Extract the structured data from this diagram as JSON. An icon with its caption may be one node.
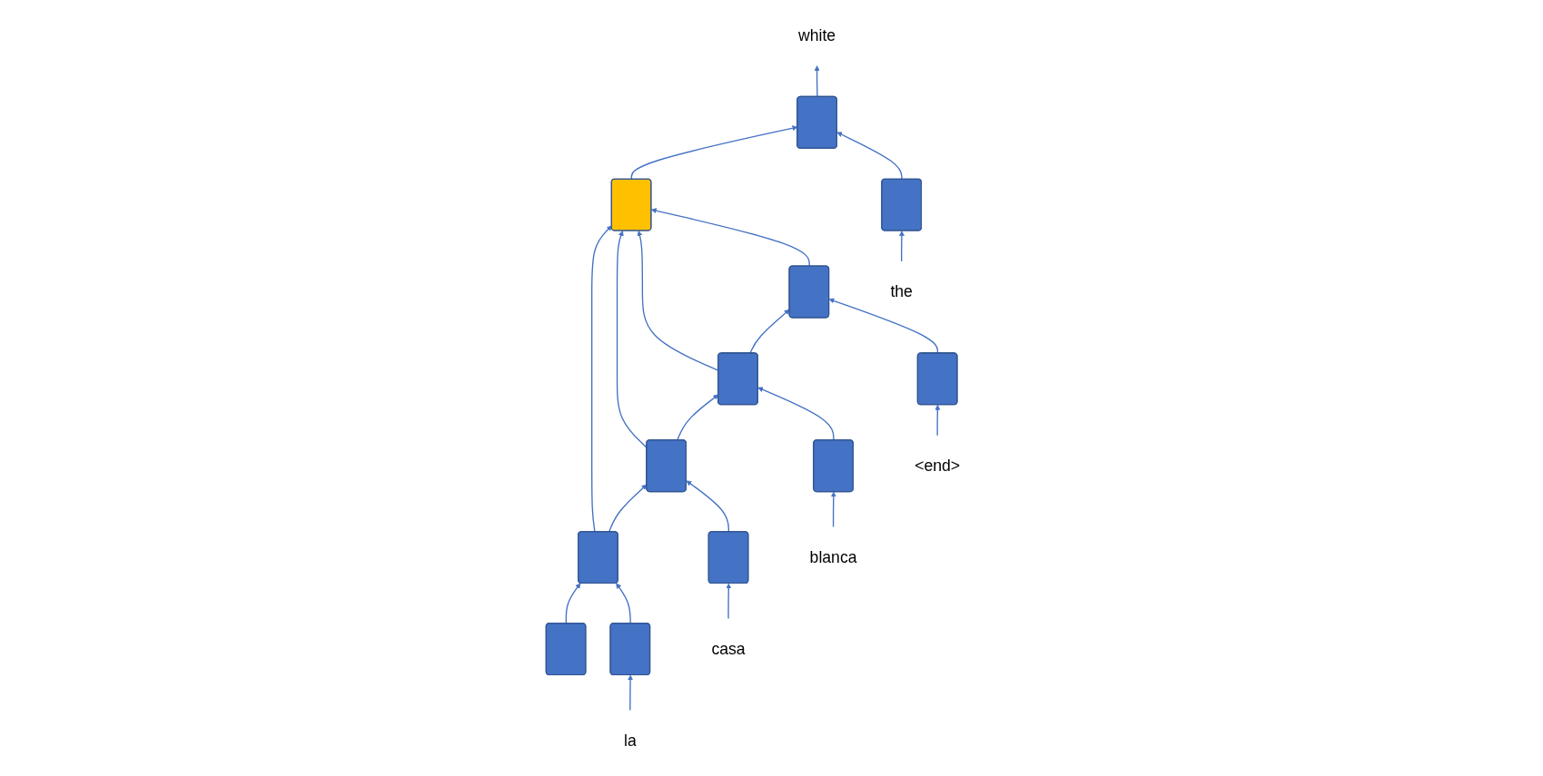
{
  "diagram": {
    "nodes": [
      {
        "text": [
          "white"
        ]
      },
      {
        "text": [],
        "shape": "box"
      },
      {
        "text": [],
        "shape": "box"
      },
      {
        "text": [],
        "shape": "box"
      },
      {
        "text": [],
        "shape": "box"
      },
      {
        "text": [],
        "shape": "box"
      },
      {
        "text": [],
        "shape": "box"
      },
      {
        "text": [],
        "shape": "box"
      },
      {
        "text": [],
        "shape": "box"
      },
      {
        "text": [
          "the"
        ]
      },
      {
        "text": [],
        "shape": "box"
      },
      {
        "text": [],
        "shape": "box"
      },
      {
        "text": [],
        "shape": "box"
      },
      {
        "text": [],
        "shape": "box"
      },
      {
        "text": [
          "la"
        ]
      },
      {
        "text": [
          "casa"
        ]
      },
      {
        "text": [
          "blanca"
        ]
      },
      {
        "text": [
          "<end>"
        ]
      }
    ],
    "edges": [
      {
        "from": 3,
        "to": 4,
        "arrow": "to"
      },
      {
        "from": 4,
        "to": 5,
        "arrow": "to"
      },
      {
        "from": 5,
        "to": 6,
        "arrow": "to"
      },
      {
        "from": 6,
        "to": 7,
        "arrow": "to"
      },
      {
        "from": 4,
        "to": 1,
        "arrow": "to"
      },
      {
        "from": 5,
        "to": 1,
        "arrow": "to"
      },
      {
        "from": 6,
        "to": 1,
        "arrow": "to"
      },
      {
        "from": 7,
        "to": 1,
        "arrow": "to"
      },
      {
        "from": 1,
        "to": 2,
        "arrow": "to"
      },
      {
        "from": 2,
        "to": 0,
        "arrow": "to"
      },
      {
        "from": 8,
        "to": 2,
        "arrow": "to"
      },
      {
        "from": 9,
        "to": 8,
        "arrow": "to"
      },
      {
        "from": 10,
        "to": 4,
        "arrow": "to"
      },
      {
        "from": 11,
        "to": 5,
        "arrow": "to"
      },
      {
        "from": 12,
        "to": 6,
        "arrow": "to"
      },
      {
        "from": 13,
        "to": 7,
        "arrow": "to"
      },
      {
        "from": 14,
        "to": 10,
        "arrow": "to"
      },
      {
        "from": 15,
        "to": 11,
        "arrow": "to"
      },
      {
        "from": 16,
        "to": 12,
        "arrow": "to"
      },
      {
        "from": 17,
        "to": 13,
        "arrow": "to"
      }
    ]
  }
}
